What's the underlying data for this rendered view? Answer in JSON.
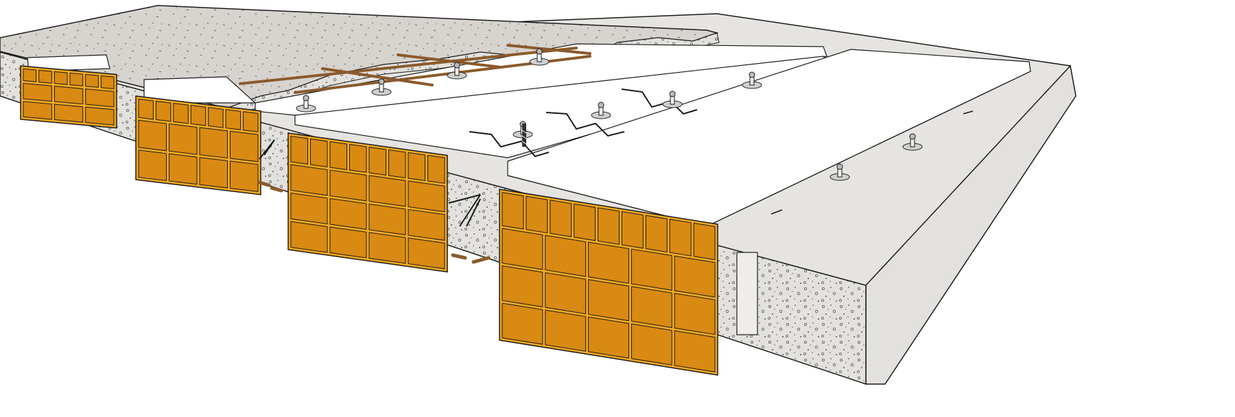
{
  "diagram": {
    "kind": "isometric cutaway of precast concrete floor slab with expanded-polystyrene void formers and concrete topping",
    "colors": {
      "outline": "#1a1a1a",
      "concrete_face": "#e3e1de",
      "concrete_top": "#d7d3ce",
      "concrete_dark": "#bdb8b2",
      "insulation_white": "#ffffff",
      "void_former": "#f3a91f",
      "void_former_dark": "#d98a12",
      "rebar": "#8a5a2b",
      "fixing_metal": "#cfcfcf"
    },
    "components": [
      {
        "id": "topping",
        "name": "concrete-topping-layer"
      },
      {
        "id": "mesh",
        "name": "rebar-mesh"
      },
      {
        "id": "slabs",
        "name": "precast-concrete-planks"
      },
      {
        "id": "boards",
        "name": "insulation-boards"
      },
      {
        "id": "blocks",
        "name": "void-former-blocks"
      },
      {
        "id": "fixings",
        "name": "board-fixing-clips"
      },
      {
        "id": "zigzag",
        "name": "lattice-girder-bars"
      }
    ]
  }
}
